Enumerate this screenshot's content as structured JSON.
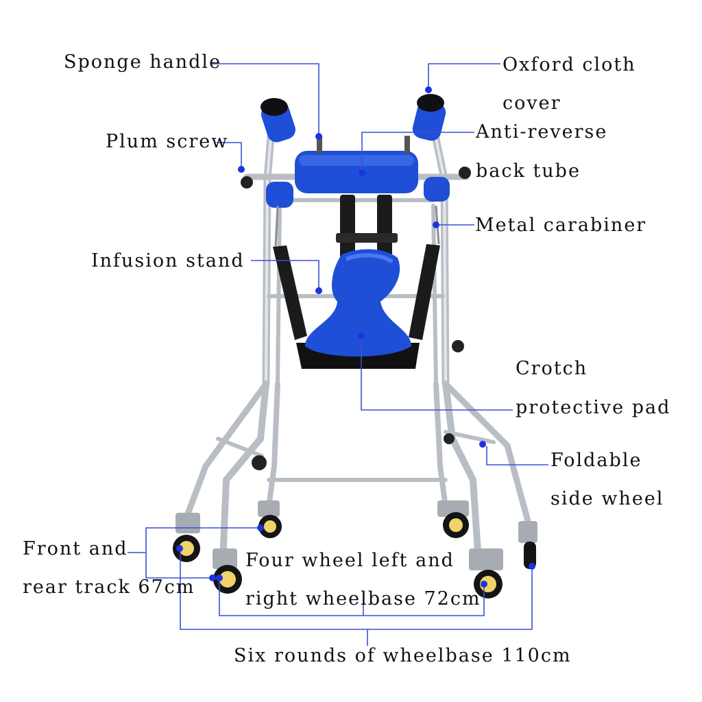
{
  "colors": {
    "callout": "#3a4fd6",
    "dot": "#1d33e0",
    "metal": "#c4c9cf",
    "pad_blue": "#1f4fd6",
    "strap": "#1b1b1b",
    "wheel_yellow": "#f0d36a",
    "text": "#111111"
  },
  "labels": {
    "sponge_handle": "Sponge handle",
    "oxford_1": "Oxford cloth",
    "oxford_2": "cover",
    "plum_screw": "Plum screw",
    "anti_reverse_1": "Anti-reverse",
    "anti_reverse_2": "back tube",
    "metal_carabiner": "Metal carabiner",
    "infusion_stand": "Infusion stand",
    "crotch_1": "Crotch",
    "crotch_2": "protective pad",
    "foldable_1": "Foldable",
    "foldable_2": "side wheel",
    "front_rear_1": "Front and",
    "front_rear_2": "rear track 67cm",
    "four_wheel_1": "Four wheel left and",
    "four_wheel_2": "right wheelbase 72cm",
    "six_rounds": "Six rounds of wheelbase 110cm"
  }
}
